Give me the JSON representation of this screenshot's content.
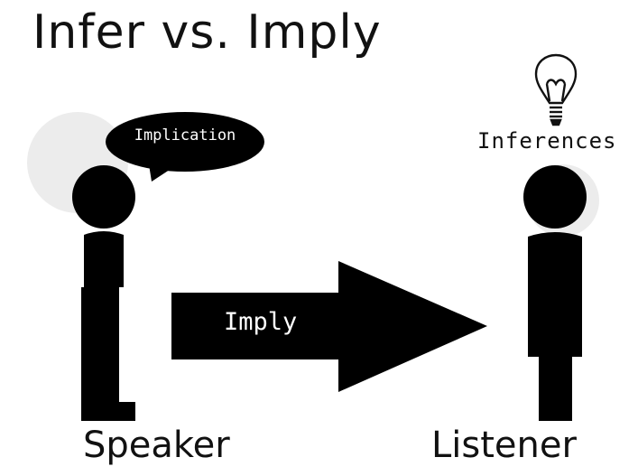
{
  "title": "Infer vs. Imply",
  "speaker": {
    "label": "Speaker",
    "speech_bubble": "Implication"
  },
  "listener": {
    "label": "Listener",
    "thought": "Inferences",
    "icon": "lightbulb-icon"
  },
  "arrow": {
    "label": "Imply"
  },
  "colors": {
    "figure": "#000000",
    "background": "#ffffff",
    "shadow": "#e8e8e8"
  }
}
